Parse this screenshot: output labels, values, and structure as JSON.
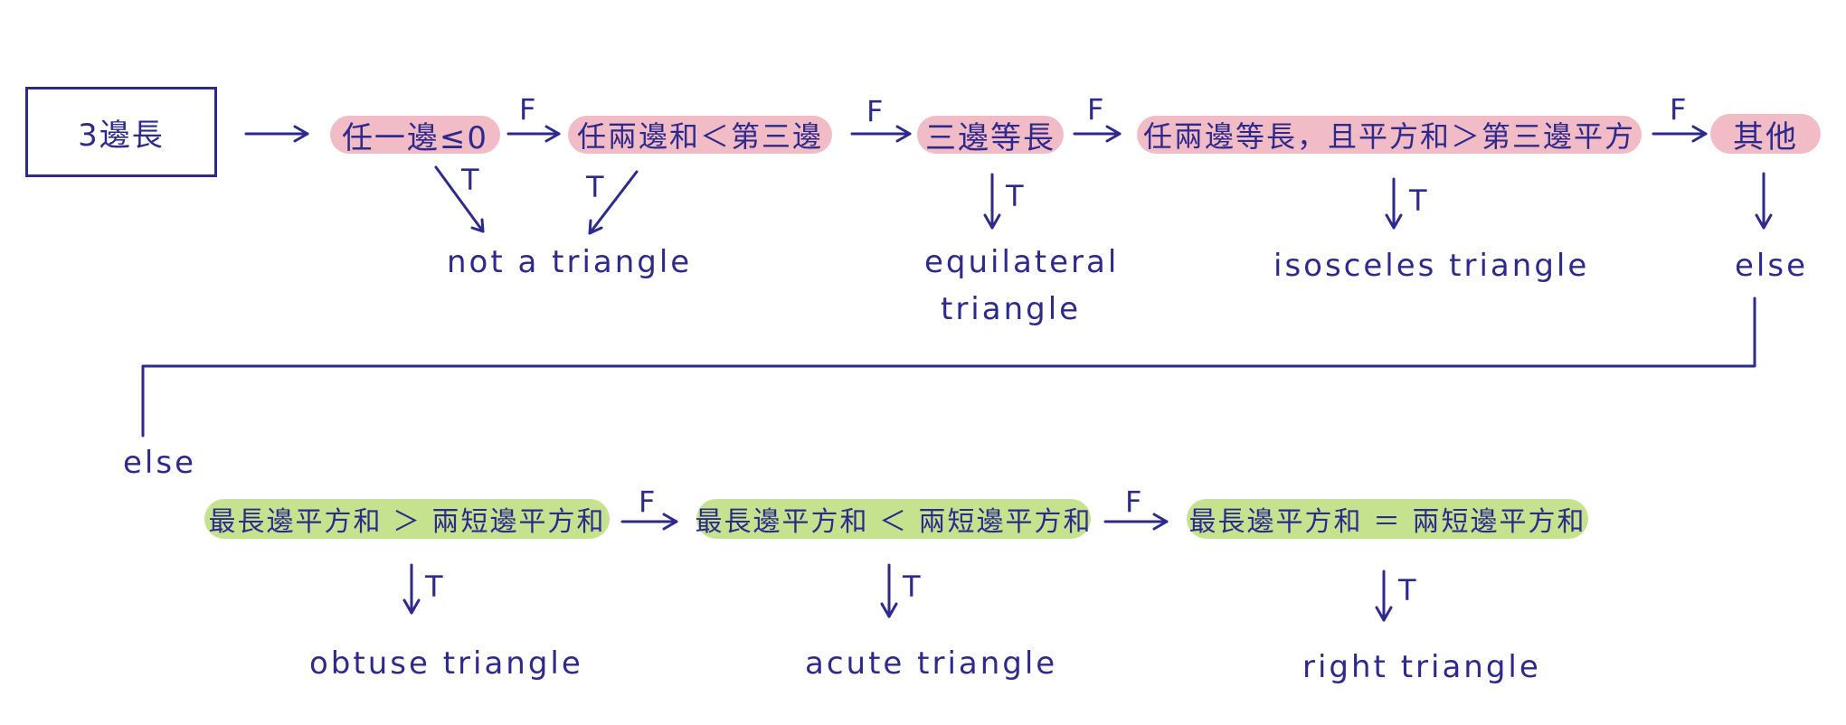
{
  "start": "3邊長",
  "conditions": {
    "c1": "任一邊≤0",
    "c2": "任兩邊和＜第三邊",
    "c3": "三邊等長",
    "c4": "任兩邊等長，且平方和＞第三邊平方",
    "c5": "其他",
    "c6": "最長邊平方和 ＞ 兩短邊平方和",
    "c7": "最長邊平方和 ＜ 兩短邊平方和",
    "c8": "最長邊平方和 ＝ 兩短邊平方和"
  },
  "outcomes": {
    "not_triangle": "not a triangle",
    "equilateral_1": "equilateral",
    "equilateral_2": "triangle",
    "isosceles": "isosceles triangle",
    "else_top": "else",
    "else_bottom": "else",
    "obtuse": "obtuse triangle",
    "acute": "acute triangle",
    "right": "right triangle"
  },
  "edge_labels": {
    "true": "T",
    "false": "F"
  },
  "colors": {
    "ink": "#2e2a8c",
    "pink": "#f2bcc6",
    "green": "#c5e38e"
  }
}
